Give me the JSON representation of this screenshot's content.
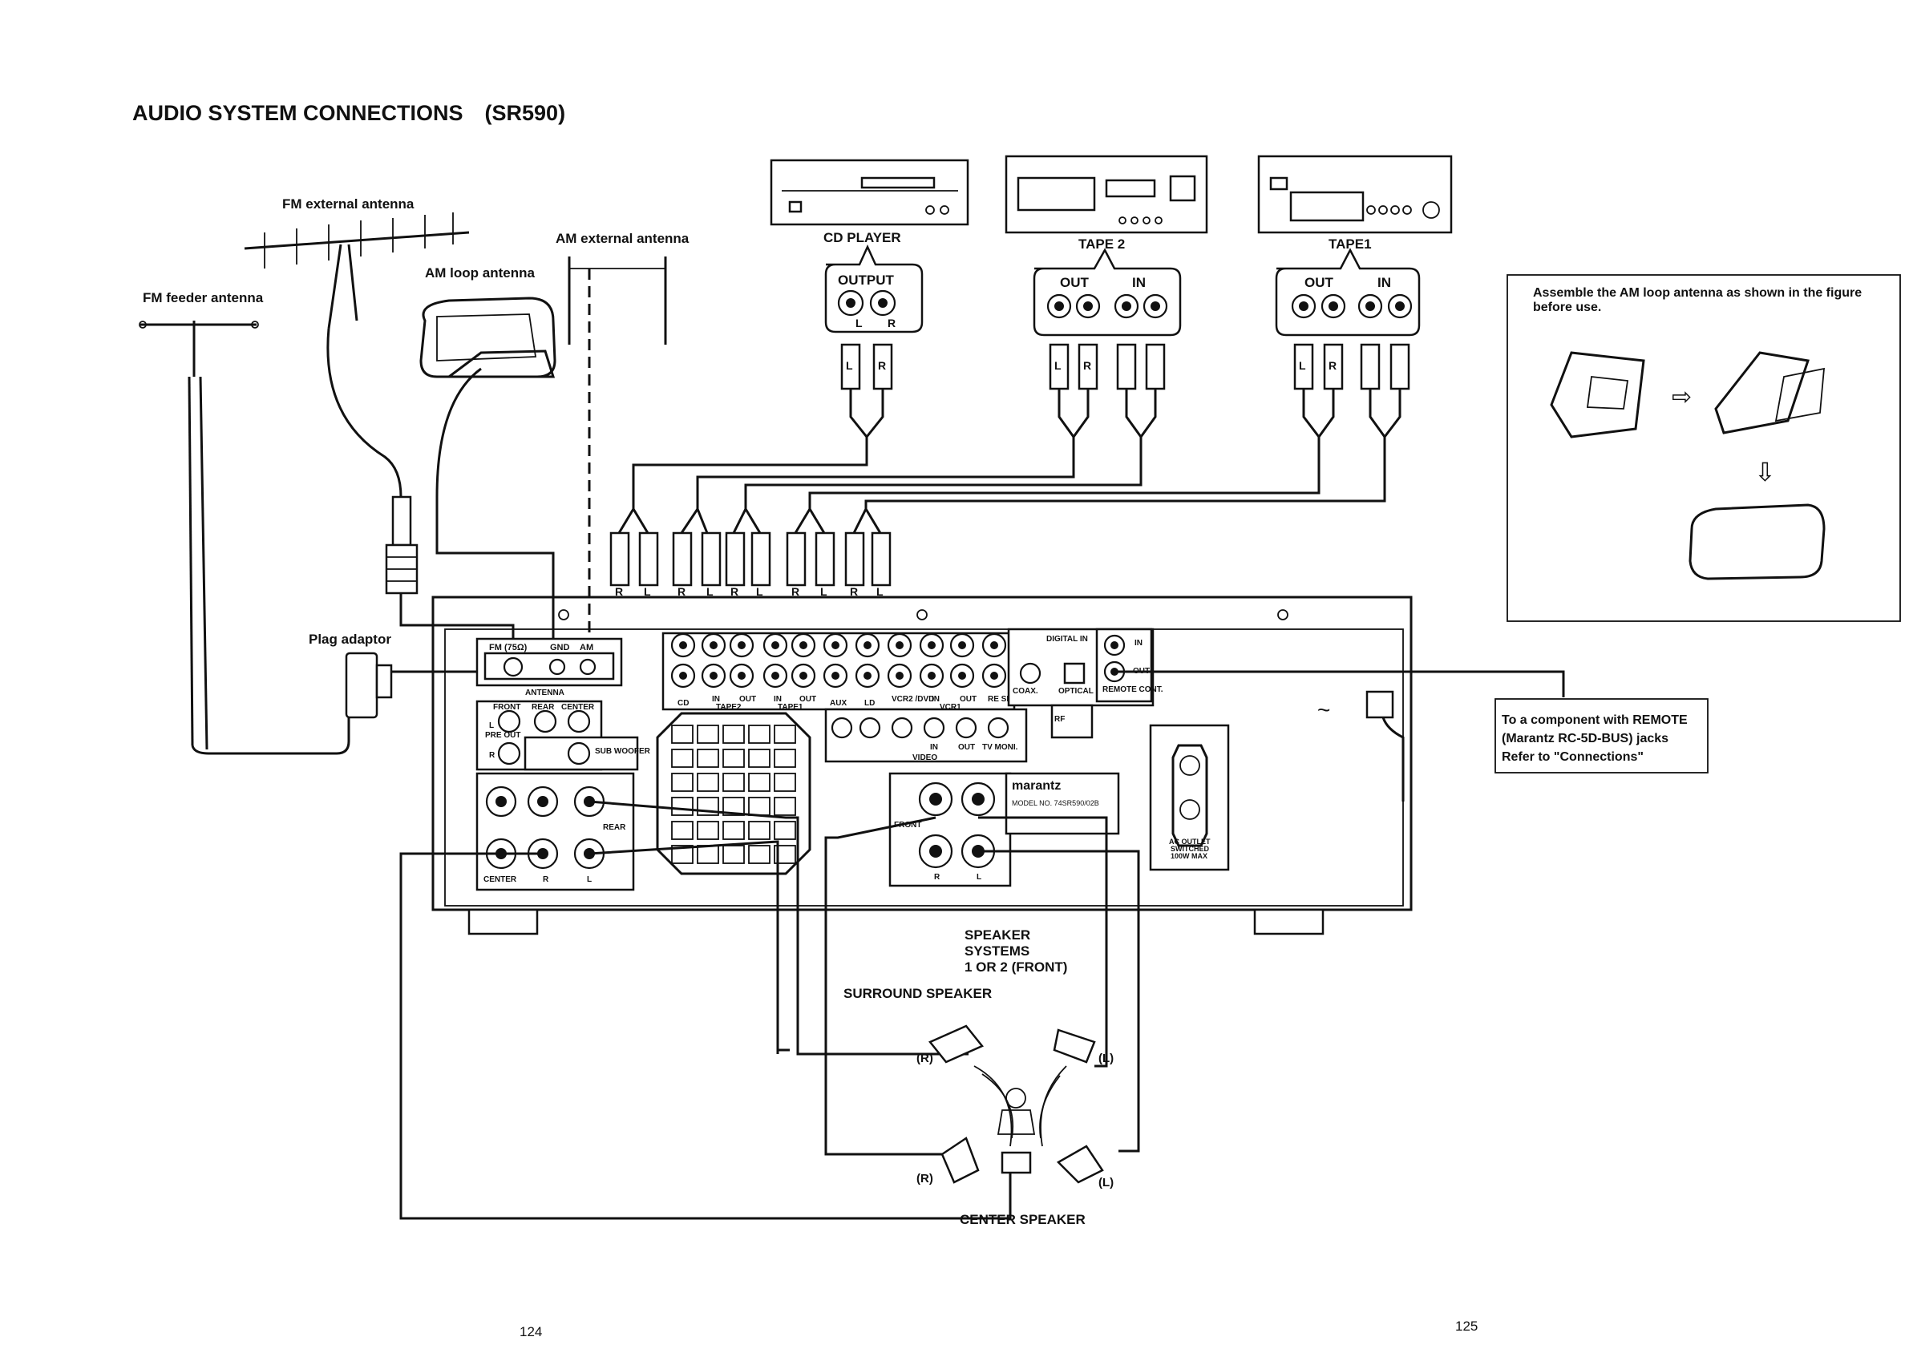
{
  "title": "AUDIO SYSTEM CONNECTIONS　(SR590)",
  "antennas": {
    "fm_external": "FM external antenna",
    "fm_feeder": "FM feeder antenna",
    "am_loop": "AM loop antenna",
    "am_external": "AM external antenna",
    "plug_adaptor": "Plag adaptor"
  },
  "sources": {
    "cd": {
      "label": "CD PLAYER",
      "group": "OUTPUT",
      "l": "L",
      "r": "R"
    },
    "tape2": {
      "label": "TAPE 2",
      "out": "OUT",
      "in": "IN",
      "l": "L",
      "r": "R"
    },
    "tape1": {
      "label": "TAPE1",
      "out": "OUT",
      "in": "IN",
      "l": "L",
      "r": "R"
    }
  },
  "plug_letters": [
    "R",
    "L",
    "R",
    "L",
    "R",
    "L",
    "R",
    "L",
    "R",
    "L"
  ],
  "cable_letters": [
    "L",
    "R",
    "L",
    "R",
    "L",
    "R"
  ],
  "receiver": {
    "antenna_terminals": {
      "fm": "FM (75Ω)",
      "gnd": "GND",
      "am": "AM",
      "label": "ANTENNA"
    },
    "input_labels": [
      "CD",
      "IN",
      "OUT",
      "IN",
      "OUT",
      "AUX",
      "LD",
      "VCR2 /DVD",
      "IN",
      "OUT",
      "RE SET"
    ],
    "input_sub_labels": [
      "TAPE2",
      "TAPE1",
      "VCR1"
    ],
    "preout": {
      "front": "FRONT",
      "rear": "REAR",
      "center": "CENTER",
      "pre_out": "PRE OUT",
      "l": "L",
      "r": "R",
      "sub_woofer": "SUB WOOFER"
    },
    "speaker_left": {
      "center": "CENTER",
      "r": "R",
      "l": "L",
      "rear": "REAR"
    },
    "digital": {
      "title": "DIGITAL IN",
      "coax": "COAX.",
      "optical": "OPTICAL",
      "remote": "REMOTE CONT.",
      "in": "IN",
      "out": "OUT",
      "rf": "RF"
    },
    "video": {
      "label": "VIDEO",
      "in": "IN",
      "out": "OUT",
      "tv_moni": "TV MONI."
    },
    "front_spk": {
      "front": "FRONT",
      "r": "R",
      "l": "L"
    },
    "brand": "marantz",
    "model": "MODEL NO. 74SR590/02B",
    "ac_outlet": [
      "AC OUTLET",
      "SWITCHED",
      "100W MAX"
    ],
    "ac_symbol": "~"
  },
  "assemble_note": "Assemble the AM loop antenna as shown in the figure before use.",
  "remote_note": [
    "To a component with REMOTE",
    "(Marantz RC-5D-BUS) jacks",
    "Refer to \"Connections\""
  ],
  "speakers": {
    "systems": [
      "SPEAKER",
      "SYSTEMS",
      "1 OR 2  (FRONT)"
    ],
    "surround": "SURROUND SPEAKER",
    "center": "CENTER SPEAKER",
    "r": "(R)",
    "l": "(L)"
  },
  "pages": {
    "left": "124",
    "right": "125"
  }
}
